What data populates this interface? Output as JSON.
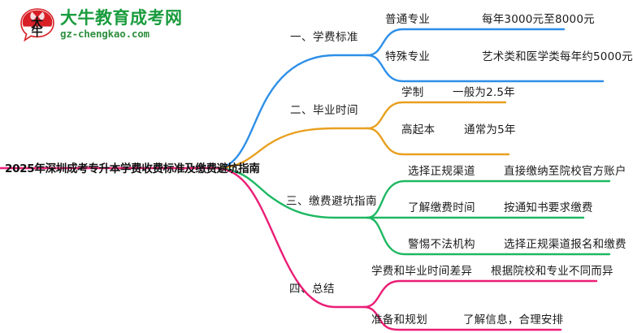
{
  "logo": {
    "mark_icon": "bull-head-speech-bubble-icon",
    "mark_text": "大牛",
    "name_cn": "大牛教育成考网",
    "url": "gz-chengkao.com",
    "brand_green": "#1a9c3e",
    "brand_red": "#d81f26"
  },
  "mindmap": {
    "root": {
      "label": "2025年深圳成考专升本学费收费标准及缴费避坑指南"
    },
    "branches": [
      {
        "label": "一、学费标准",
        "color": "#2e8fe8",
        "children": [
          {
            "title": "普通专业",
            "detail": "每年3000元至8000元"
          },
          {
            "title": "特殊专业",
            "detail": "艺术类和医学类每年约5000元"
          }
        ]
      },
      {
        "label": "二、毕业时间",
        "color": "#e8a020",
        "children": [
          {
            "title": "学制",
            "detail": "一般为2.5年"
          },
          {
            "title": "高起本",
            "detail": "通常为5年"
          }
        ]
      },
      {
        "label": "三、缴费避坑指南",
        "color": "#1eb863",
        "children": [
          {
            "title": "选择正规渠道",
            "detail": "直接缴纳至院校官方账户"
          },
          {
            "title": "了解缴费时间",
            "detail": "按通知书要求缴费"
          },
          {
            "title": "警惕不法机构",
            "detail": "选择正规渠道报名和缴费"
          }
        ]
      },
      {
        "label": "四、总结",
        "color": "#ea1d76",
        "children": [
          {
            "title": "学费和毕业时间差异",
            "detail": "根据院校和专业不同而异"
          },
          {
            "title": "准备和规划",
            "detail": "了解信息，合理安排"
          }
        ]
      }
    ]
  }
}
